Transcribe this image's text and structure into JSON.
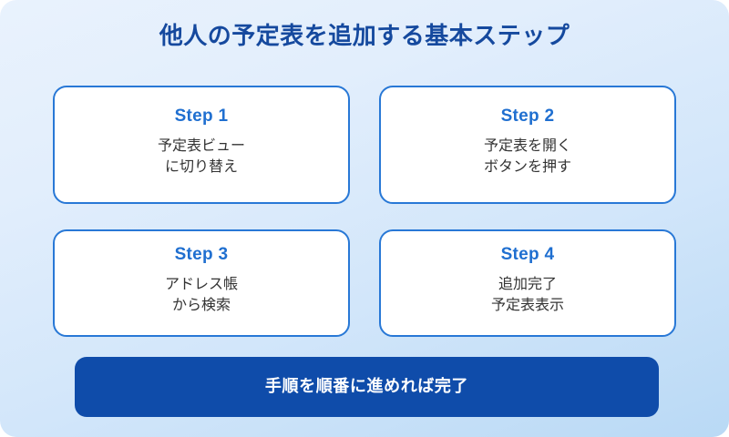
{
  "page": {
    "title": "他人の予定表を追加する基本ステップ",
    "background_top_color": "#e9f2fd",
    "background_bottom_color": "#b9d9f5",
    "title_color": "#15499e"
  },
  "cards": [
    {
      "step_label": "Step 1",
      "body": "予定表ビュー\nに切り替え",
      "accent_color": "#2878d6",
      "step_color": "#1f6fd0"
    },
    {
      "step_label": "Step 2",
      "body": "予定表を開く\nボタンを押す",
      "accent_color": "#2878d6",
      "step_color": "#1f6fd0"
    },
    {
      "step_label": "Step 3",
      "body": "アドレス帳\nから検索",
      "accent_color": "#2878d6",
      "step_color": "#1f6fd0"
    },
    {
      "step_label": "Step 4",
      "body": "追加完了\n予定表表示",
      "accent_color": "#2878d6",
      "step_color": "#1f6fd0"
    }
  ],
  "banner": {
    "label": "手順を順番に進めれば完了",
    "background_color": "#0f4caa",
    "text_color": "#ffffff"
  }
}
